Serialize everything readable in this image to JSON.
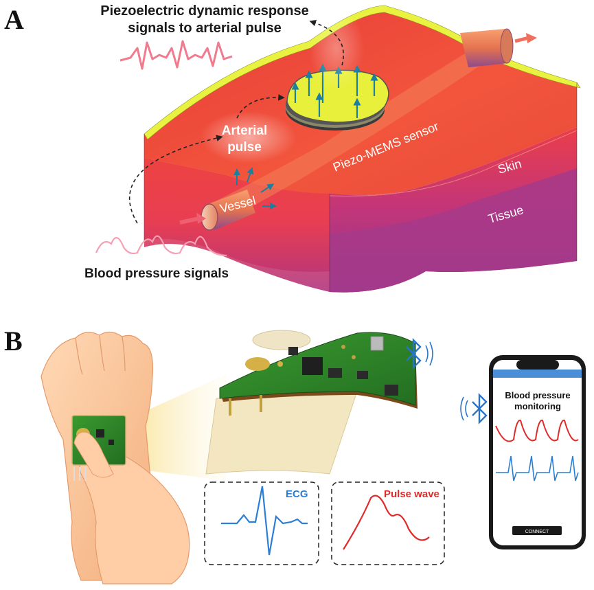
{
  "panel_a": {
    "letter": "A",
    "title_line1": "Piezoelectric dynamic response",
    "title_line2": "signals to arterial pulse",
    "arterial_pulse_line1": "Arterial",
    "arterial_pulse_line2": "pulse",
    "sensor_label": "Piezo-MEMS sensor",
    "skin_label": "Skin",
    "tissue_label": "Tissue",
    "vessel_label": "Vessel",
    "bp_signals_label": "Blood pressure signals"
  },
  "panel_b": {
    "letter": "B",
    "ecg_label": "ECG",
    "pulse_wave_label": "Pulse wave",
    "phone_title_line1": "Blood pressure",
    "phone_title_line2": "monitoring",
    "phone_button": "CONNECT"
  },
  "colors": {
    "skin": "#ef4a3c",
    "tissue": "#a43a8c",
    "sensor": "#e6f53a",
    "ecg": "#2a7fd4",
    "pulse": "#e02a2a",
    "pcb": "#2f8a2a"
  }
}
